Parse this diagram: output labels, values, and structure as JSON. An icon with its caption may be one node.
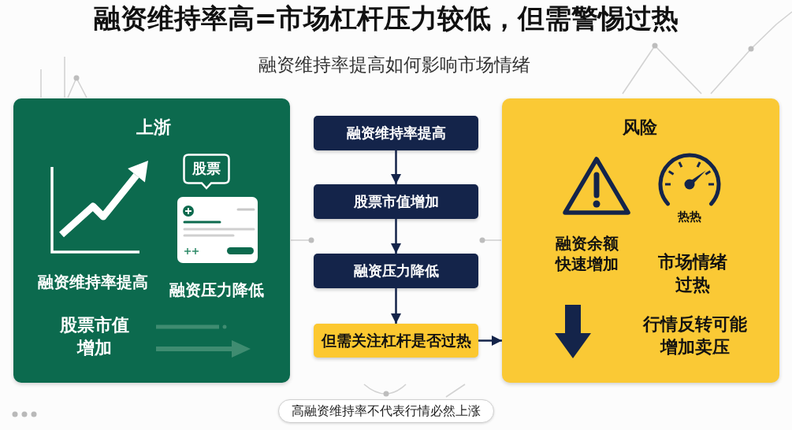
{
  "diagram": {
    "title": "融资维持率高=市场杠杆压力较低，但需警惕过热",
    "nodes": [
      {
        "text": [
          "上浙",
          "融资维持率提高",
          "融资压力降低",
          "股票市值增加"
        ]
      },
      {
        "text": [
          "股票"
        ],
        "in": 0
      },
      {
        "text": [
          "融资维持率提高"
        ]
      },
      {
        "text": [
          "股票市值增加"
        ]
      },
      {
        "text": [
          "融资压力降低"
        ]
      },
      {
        "text": [
          "但需关注杠杆是否过热"
        ]
      },
      {
        "text": [
          "风险",
          "热热",
          "融资余额快速增加",
          "市场情绪过热",
          "行情反转可能增加卖压"
        ]
      },
      {
        "text": [
          "高融资维持率不代表行情必然上涨"
        ]
      }
    ],
    "edges": [
      {
        "from": 2,
        "to": 3,
        "arrow": "to"
      },
      {
        "from": 3,
        "to": 4,
        "arrow": "to"
      },
      {
        "from": 4,
        "to": 5,
        "arrow": "to"
      },
      {
        "from": 5,
        "to": 6,
        "arrow": "to"
      }
    ],
    "labels": [
      "融资维持率提高如何影响市场情绪"
    ]
  }
}
